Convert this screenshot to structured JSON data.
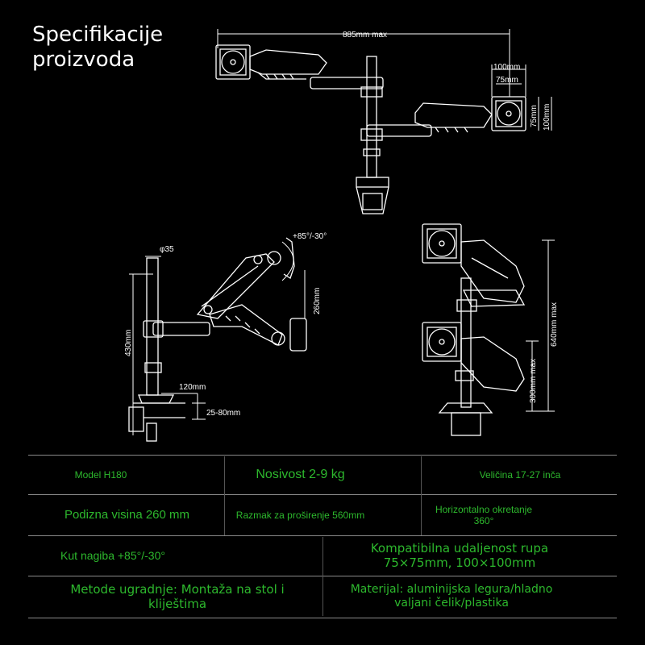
{
  "title": {
    "line1": "Specifikacije",
    "line2": "proizvoda"
  },
  "dimensions": {
    "max_reach": "885mm max",
    "vesa_100_top": "100mm",
    "vesa_75_top": "75mm",
    "vesa_75_side": "75mm",
    "vesa_100_side": "100mm",
    "tilt": "+85°/-30°",
    "pole_diameter": "φ35",
    "lift_height": "260mm",
    "pole_height": "430mm",
    "clamp_depth": "120mm",
    "clamp_range": "25-80mm",
    "max_height": "640mm max",
    "lower_max": "300mm max"
  },
  "table": {
    "row1": {
      "model": "Model H180",
      "load": "Nosivost 2-9 kg",
      "size": "Veličina 17-27 inča"
    },
    "row2": {
      "lift": "Podizna visina 260 mm",
      "extension": "Razmak za proširenje 560mm",
      "rotation": "Horizontalno okretanje 360°"
    },
    "row3": {
      "tilt": "Kut nagiba +85°/-30°",
      "vesa": "Kompatibilna udaljenost rupa 75×75mm, 100×100mm"
    },
    "row4": {
      "install": "Metode ugradnje: Montaža na stol i kliještima",
      "material": "Materijal: aluminijska legura/hladno valjani čelik/plastika"
    }
  },
  "colors": {
    "background": "#000000",
    "accent_text": "#2db82d",
    "line": "#ffffff"
  }
}
